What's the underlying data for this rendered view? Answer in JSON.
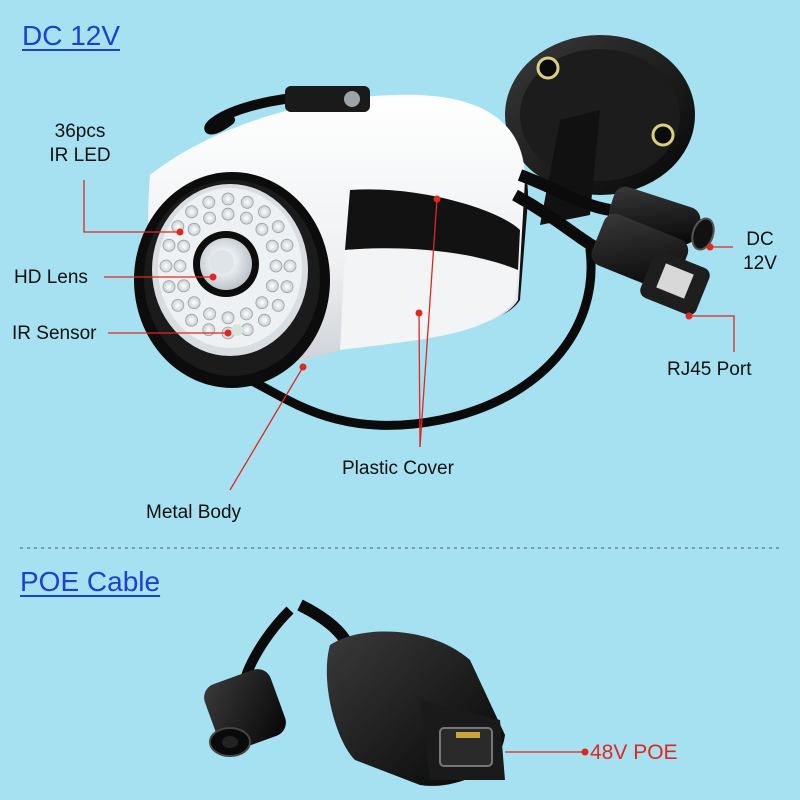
{
  "sections": {
    "dc_heading": "DC 12V",
    "poe_heading": "POE Cable"
  },
  "labels": {
    "ir_led_line1": "36pcs",
    "ir_led_line2": "IR LED",
    "hd_lens": "HD Lens",
    "ir_sensor": "IR Sensor",
    "metal_body": "Metal Body",
    "plastic_cover": "Plastic Cover",
    "dc_line1": "DC",
    "dc_line2": "12V",
    "rj45_port": "RJ45 Port",
    "poe_48v": "48V POE"
  },
  "colors": {
    "background": "#a5e1f1",
    "heading": "#1f3fd4",
    "callout_line": "#e0281e",
    "camera_white": "#f4f6f7",
    "camera_black": "#141414"
  }
}
